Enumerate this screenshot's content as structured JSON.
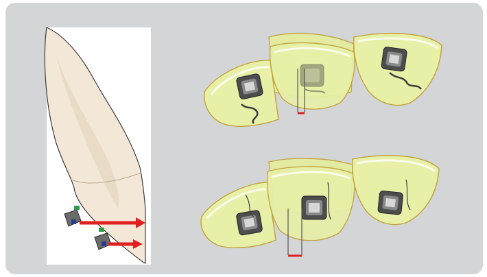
{
  "figure": {
    "background_color": "#d3d5d7",
    "panel_color": "#ffffff",
    "tooth_colors": {
      "crown": "#f3e8d7",
      "shade": "#e6d6bf",
      "outline": "#3a3a3a"
    },
    "tray_fill": "#e8f0a8",
    "tray_outline": "#c0a23a",
    "bracket_color": "#5a5a5a",
    "wire_color": "#3c3c3c",
    "arrow_color": "#e02020",
    "marker_colors": {
      "green": "#2e9a4a",
      "blue": "#2a3d8c"
    },
    "icons": [
      "tooth-side-view",
      "transfer-tray-top",
      "transfer-tray-bottom",
      "bracket",
      "force-arrow",
      "offset-gap-marker"
    ]
  }
}
